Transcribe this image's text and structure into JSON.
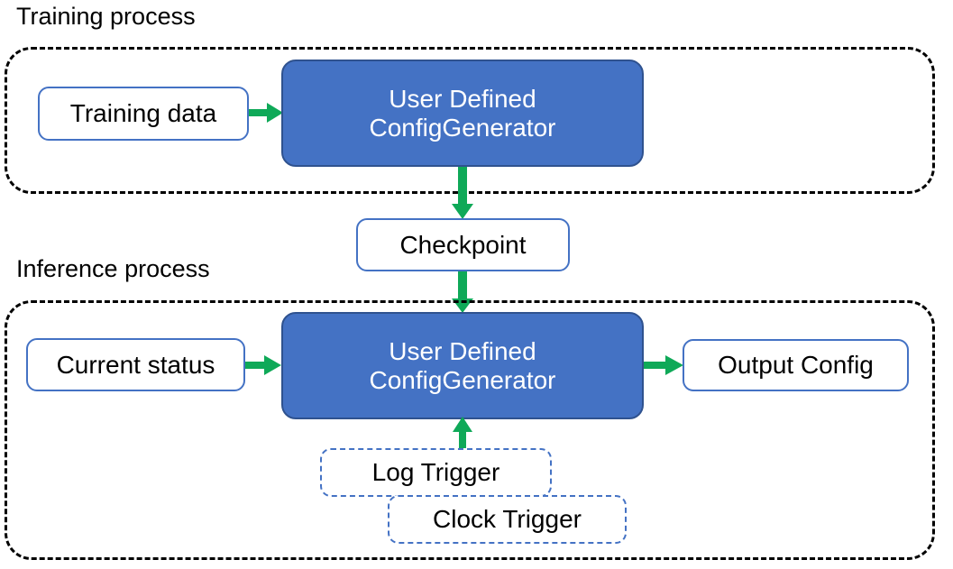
{
  "diagram": {
    "title_training": "Training process",
    "title_inference": "Inference process",
    "accent_green": "#0FA958",
    "node_blue_fill": "#4472C4",
    "node_blue_border": "#2F528F",
    "node_outline_blue": "#4472C4",
    "container_dash": "#000000",
    "text_dark": "#000000",
    "text_light": "#FFFFFF"
  },
  "training": {
    "caption": "Training process",
    "input_node": "Training data",
    "process_node_line1": "User Defined",
    "process_node_line2": "ConfigGenerator"
  },
  "bridge": {
    "checkpoint_node": "Checkpoint"
  },
  "inference": {
    "caption": "Inference process",
    "input_node": "Current status",
    "process_node_line1": "User Defined",
    "process_node_line2": "ConfigGenerator",
    "output_node": "Output Config",
    "trigger_log": "Log Trigger",
    "trigger_clock": "Clock Trigger"
  }
}
